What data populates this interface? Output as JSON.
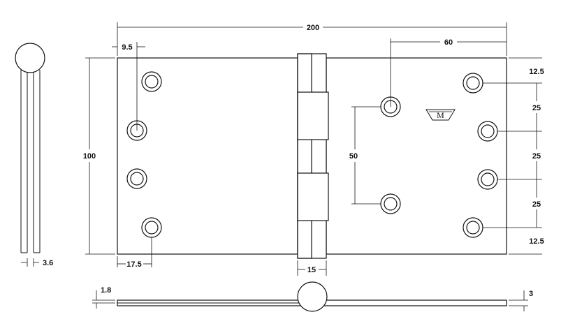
{
  "dimensions": {
    "total_width": "200",
    "top_offset": "9.5",
    "center_offset": "60",
    "height": "100",
    "center_gap": "50",
    "edge_top": "12.5",
    "pitch_1": "25",
    "pitch_2": "25",
    "pitch_3": "25",
    "edge_bottom": "12.5",
    "side_offset": "17.5",
    "knuckle": "15",
    "leaf_thickness": "1.8",
    "total_thickness": "3",
    "side_gap": "3.6"
  },
  "logo": {
    "letter": "M"
  }
}
